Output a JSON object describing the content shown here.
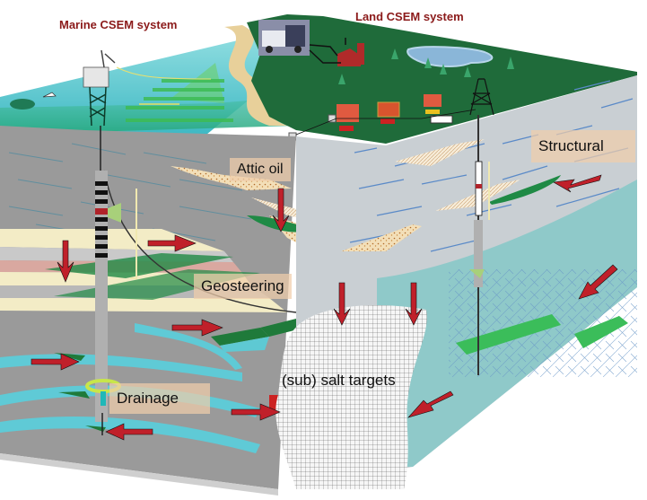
{
  "diagram": {
    "titles": {
      "marine": "Marine CSEM system",
      "land": "Land CSEM system"
    },
    "labels": {
      "attic_oil": "Attic oil",
      "structural": "Structural",
      "geosteering": "Geosteering",
      "drainage": "Drainage",
      "subsalt": "(sub) salt targets"
    },
    "colors": {
      "title_text": "#8b1a1a",
      "sea": "#5ec9d3",
      "land": "#1f6b3a",
      "front_strata": "#9a9a9a",
      "side_strata": "#c9cfd3",
      "deep_water_zone": "#8fc9c9",
      "arrow": "#c0202a",
      "reservoir": "#1f8a45",
      "salt": "#f4f4f4",
      "label_box": "#f0cdaa"
    },
    "icons": [
      "offshore-platform-icon",
      "survey-vessel-icon",
      "truck-photo-icon",
      "barn-icon",
      "drilling-derrick-icon",
      "tree-icon",
      "lake-icon",
      "receiver-box-icon",
      "wellbore-tool-icon",
      "red-arrow-icon"
    ]
  }
}
